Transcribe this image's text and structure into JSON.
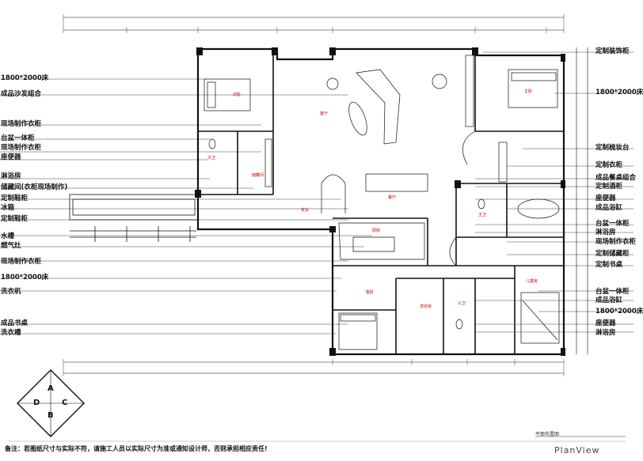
{
  "left_labels": [
    {
      "id": "bed-left-1",
      "text": "1800*2000床"
    },
    {
      "id": "sofa-left",
      "text": "成品沙发组合"
    },
    {
      "id": "wardrobe-left-1",
      "text": "现场制作衣柜"
    },
    {
      "id": "basin-left",
      "text": "台盆一体柜"
    },
    {
      "id": "wardrobe-left-2",
      "text": "现场制作衣柜"
    },
    {
      "id": "toilet-left",
      "text": "座便器"
    },
    {
      "id": "shower-left",
      "text": "淋浴房"
    },
    {
      "id": "storage-left",
      "text": "储藏间(衣柜现场制作)"
    },
    {
      "id": "shoe-left-1",
      "text": "定制鞋柜"
    },
    {
      "id": "fridge-left",
      "text": "冰箱"
    },
    {
      "id": "shoe-left-2",
      "text": "定制鞋柜"
    },
    {
      "id": "sink-left",
      "text": "水槽"
    },
    {
      "id": "stove-left",
      "text": "燃气灶"
    },
    {
      "id": "wardrobe-left-3",
      "text": "现场制作衣柜"
    },
    {
      "id": "bed-left-2",
      "text": "1800*2000床"
    },
    {
      "id": "washer-left",
      "text": "洗衣机"
    },
    {
      "id": "desk-left",
      "text": "成品书桌"
    },
    {
      "id": "washbasin-left",
      "text": "洗衣槽"
    }
  ],
  "right_labels": [
    {
      "id": "display-right",
      "text": "定制装饰柜"
    },
    {
      "id": "bed-right-1",
      "text": "1800*2000床"
    },
    {
      "id": "vanity-right",
      "text": "定制梳妆台"
    },
    {
      "id": "wardrobe-right-1",
      "text": "定制衣柜"
    },
    {
      "id": "tv-right",
      "text": "成品餐桌组合"
    },
    {
      "id": "wine-right",
      "text": "定制酒柜"
    },
    {
      "id": "toilet-right-1",
      "text": "座便器"
    },
    {
      "id": "bathtub-right",
      "text": "成品浴缸"
    },
    {
      "id": "basin-right-1",
      "text": "台盆一体柜"
    },
    {
      "id": "shower-right-1",
      "text": "淋浴房"
    },
    {
      "id": "wardrobe-right-2",
      "text": "现场制作衣柜"
    },
    {
      "id": "storage-right",
      "text": "定制储藏柜"
    },
    {
      "id": "desk-right",
      "text": "定制书桌"
    },
    {
      "id": "basin-right-2",
      "text": "台盆一体柜"
    },
    {
      "id": "bath-right-2",
      "text": "成品浴缸"
    },
    {
      "id": "bed-right-2",
      "text": "1800*2000床"
    },
    {
      "id": "toilet-right-2",
      "text": "座便器"
    },
    {
      "id": "shower-right-2",
      "text": "淋浴房"
    }
  ],
  "rooms": {
    "bedroom_nw": "次卧",
    "bath_nw": "次卫",
    "storage_nw": "储藏间",
    "living": "客厅",
    "master": "主卧",
    "dining": "餐厅",
    "entry": "玄关",
    "kitchen": "厨房",
    "master_bath": "主卫",
    "guest": "客卧",
    "laundry": "洗衣房",
    "bath_s": "公卫",
    "kids": "儿童房"
  },
  "logo": {
    "top": "A",
    "left": "D",
    "right": "C",
    "bottom": "B"
  },
  "footer_note": "备注：若图纸尺寸与实际不符，请施工人员以实际尺寸为准或通知设计师，否则承担相应责任!",
  "plan_title": "平面布置图",
  "plan_view": "PlanView"
}
